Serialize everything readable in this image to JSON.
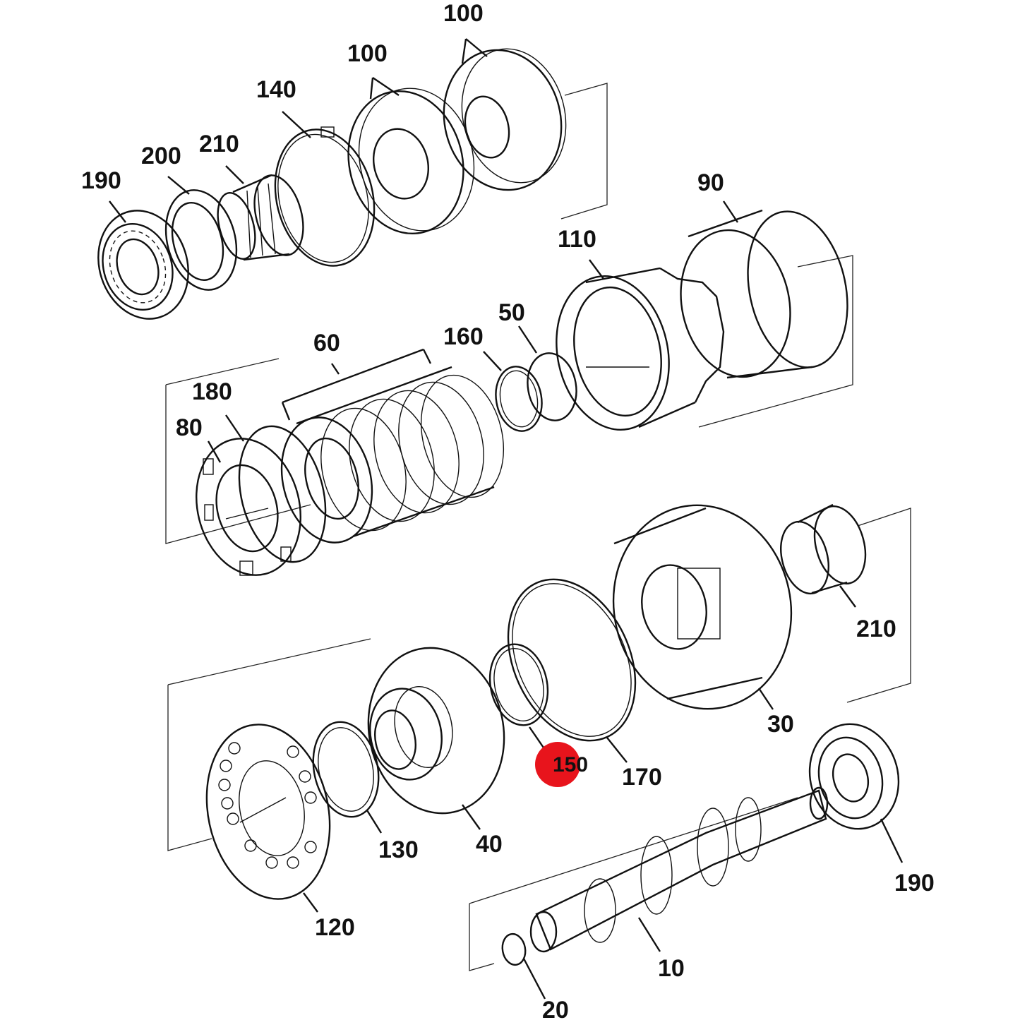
{
  "highlight_color": "#e8141c",
  "callouts": {
    "c100a": "100",
    "c100b": "100",
    "c140": "140",
    "c210top": "210",
    "c200": "200",
    "c190top": "190",
    "c90": "90",
    "c110": "110",
    "c50": "50",
    "c160": "160",
    "c60": "60",
    "c180": "180",
    "c80": "80",
    "c210mid": "210",
    "c30": "30",
    "c150": "150",
    "c170": "170",
    "c130": "130",
    "c40": "40",
    "c120": "120",
    "c190bot": "190",
    "c10": "10",
    "c20": "20"
  }
}
